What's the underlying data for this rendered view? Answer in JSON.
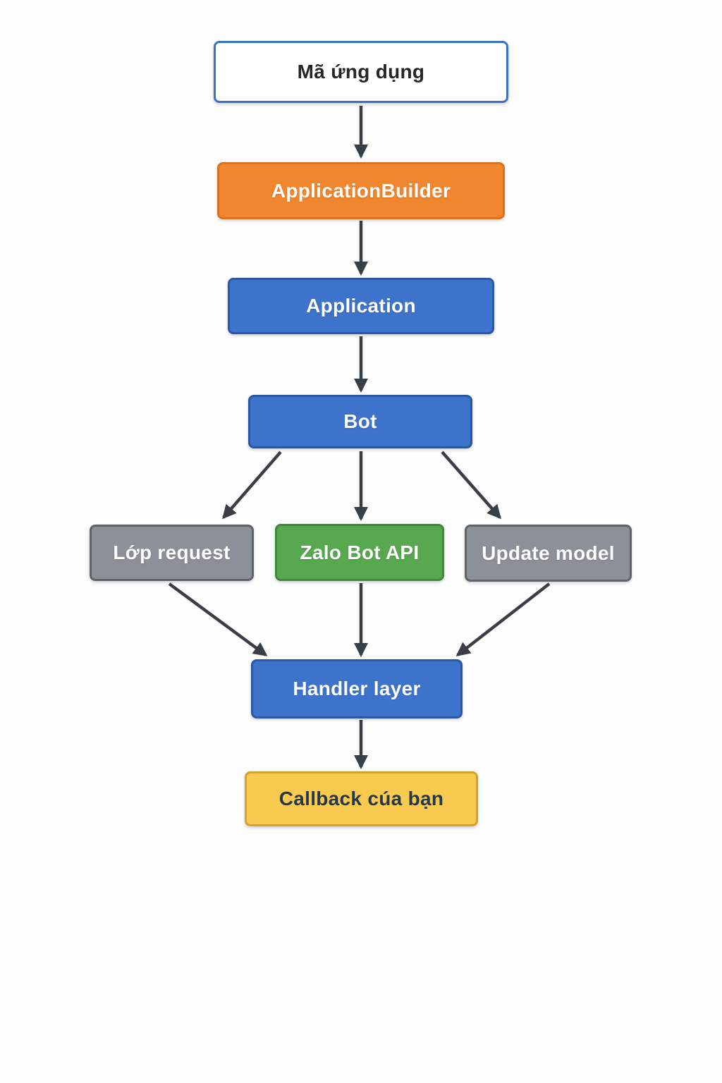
{
  "diagram": {
    "type": "flowchart",
    "background_color": "#fdfdfe",
    "arrow_color": "#3a3f46",
    "nodes": [
      {
        "id": "ma-ung-dung",
        "label": "Mã ứng dụng",
        "variant": "outline",
        "fill": "#ffffff",
        "border": "#3b71c4",
        "text_color": "#262626"
      },
      {
        "id": "application-builder",
        "label": "ApplicationBuilder",
        "variant": "orange",
        "fill": "#f0872e",
        "border": "#da7420",
        "text_color": "#ffffff"
      },
      {
        "id": "application",
        "label": "Application",
        "variant": "blue",
        "fill": "#3d73ca",
        "border": "#2b58a5",
        "text_color": "#ffffff"
      },
      {
        "id": "bot",
        "label": "Bot",
        "variant": "blue",
        "fill": "#3d73ca",
        "border": "#2b58a5",
        "text_color": "#ffffff"
      },
      {
        "id": "lop-request",
        "label": "Lớp request",
        "variant": "gray",
        "fill": "#8b9099",
        "border": "#606469",
        "text_color": "#ffffff"
      },
      {
        "id": "zalo-bot-api",
        "label": "Zalo Bot API",
        "variant": "green",
        "fill": "#57a84e",
        "border": "#3c8c3c",
        "text_color": "#ffffff"
      },
      {
        "id": "update-model",
        "label": "Update model",
        "variant": "gray",
        "fill": "#8b9099",
        "border": "#606469",
        "text_color": "#ffffff"
      },
      {
        "id": "handler-layer",
        "label": "Handler layer",
        "variant": "blue",
        "fill": "#3d73ca",
        "border": "#2b58a5",
        "text_color": "#ffffff"
      },
      {
        "id": "callback-cua-ban",
        "label": "Callback cúa bạn",
        "variant": "yellow",
        "fill": "#f8ca50",
        "border": "#d5a32c",
        "text_color": "#25384e"
      }
    ],
    "edges": [
      {
        "from": "ma-ung-dung",
        "to": "application-builder"
      },
      {
        "from": "application-builder",
        "to": "application"
      },
      {
        "from": "application",
        "to": "bot"
      },
      {
        "from": "bot",
        "to": "lop-request"
      },
      {
        "from": "bot",
        "to": "zalo-bot-api"
      },
      {
        "from": "bot",
        "to": "update-model"
      },
      {
        "from": "lop-request",
        "to": "handler-layer"
      },
      {
        "from": "zalo-bot-api",
        "to": "handler-layer"
      },
      {
        "from": "update-model",
        "to": "handler-layer"
      },
      {
        "from": "handler-layer",
        "to": "callback-cua-ban"
      }
    ]
  }
}
